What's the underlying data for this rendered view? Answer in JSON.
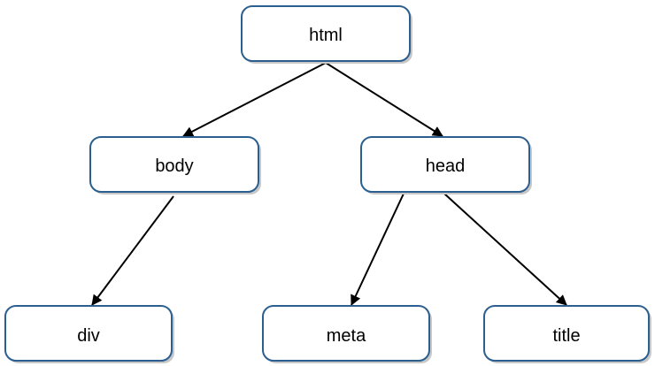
{
  "diagram": {
    "type": "tree",
    "nodes": [
      {
        "id": "html",
        "label": "html"
      },
      {
        "id": "body",
        "label": "body"
      },
      {
        "id": "head",
        "label": "head"
      },
      {
        "id": "div",
        "label": "div"
      },
      {
        "id": "meta",
        "label": "meta"
      },
      {
        "id": "title",
        "label": "title"
      }
    ],
    "edges": [
      {
        "from": "html",
        "to": "body"
      },
      {
        "from": "html",
        "to": "head"
      },
      {
        "from": "body",
        "to": "div"
      },
      {
        "from": "head",
        "to": "meta"
      },
      {
        "from": "head",
        "to": "title"
      }
    ],
    "colors": {
      "node_border": "#2b5f8f",
      "node_fill": "#ffffff",
      "edge": "#000000"
    }
  }
}
